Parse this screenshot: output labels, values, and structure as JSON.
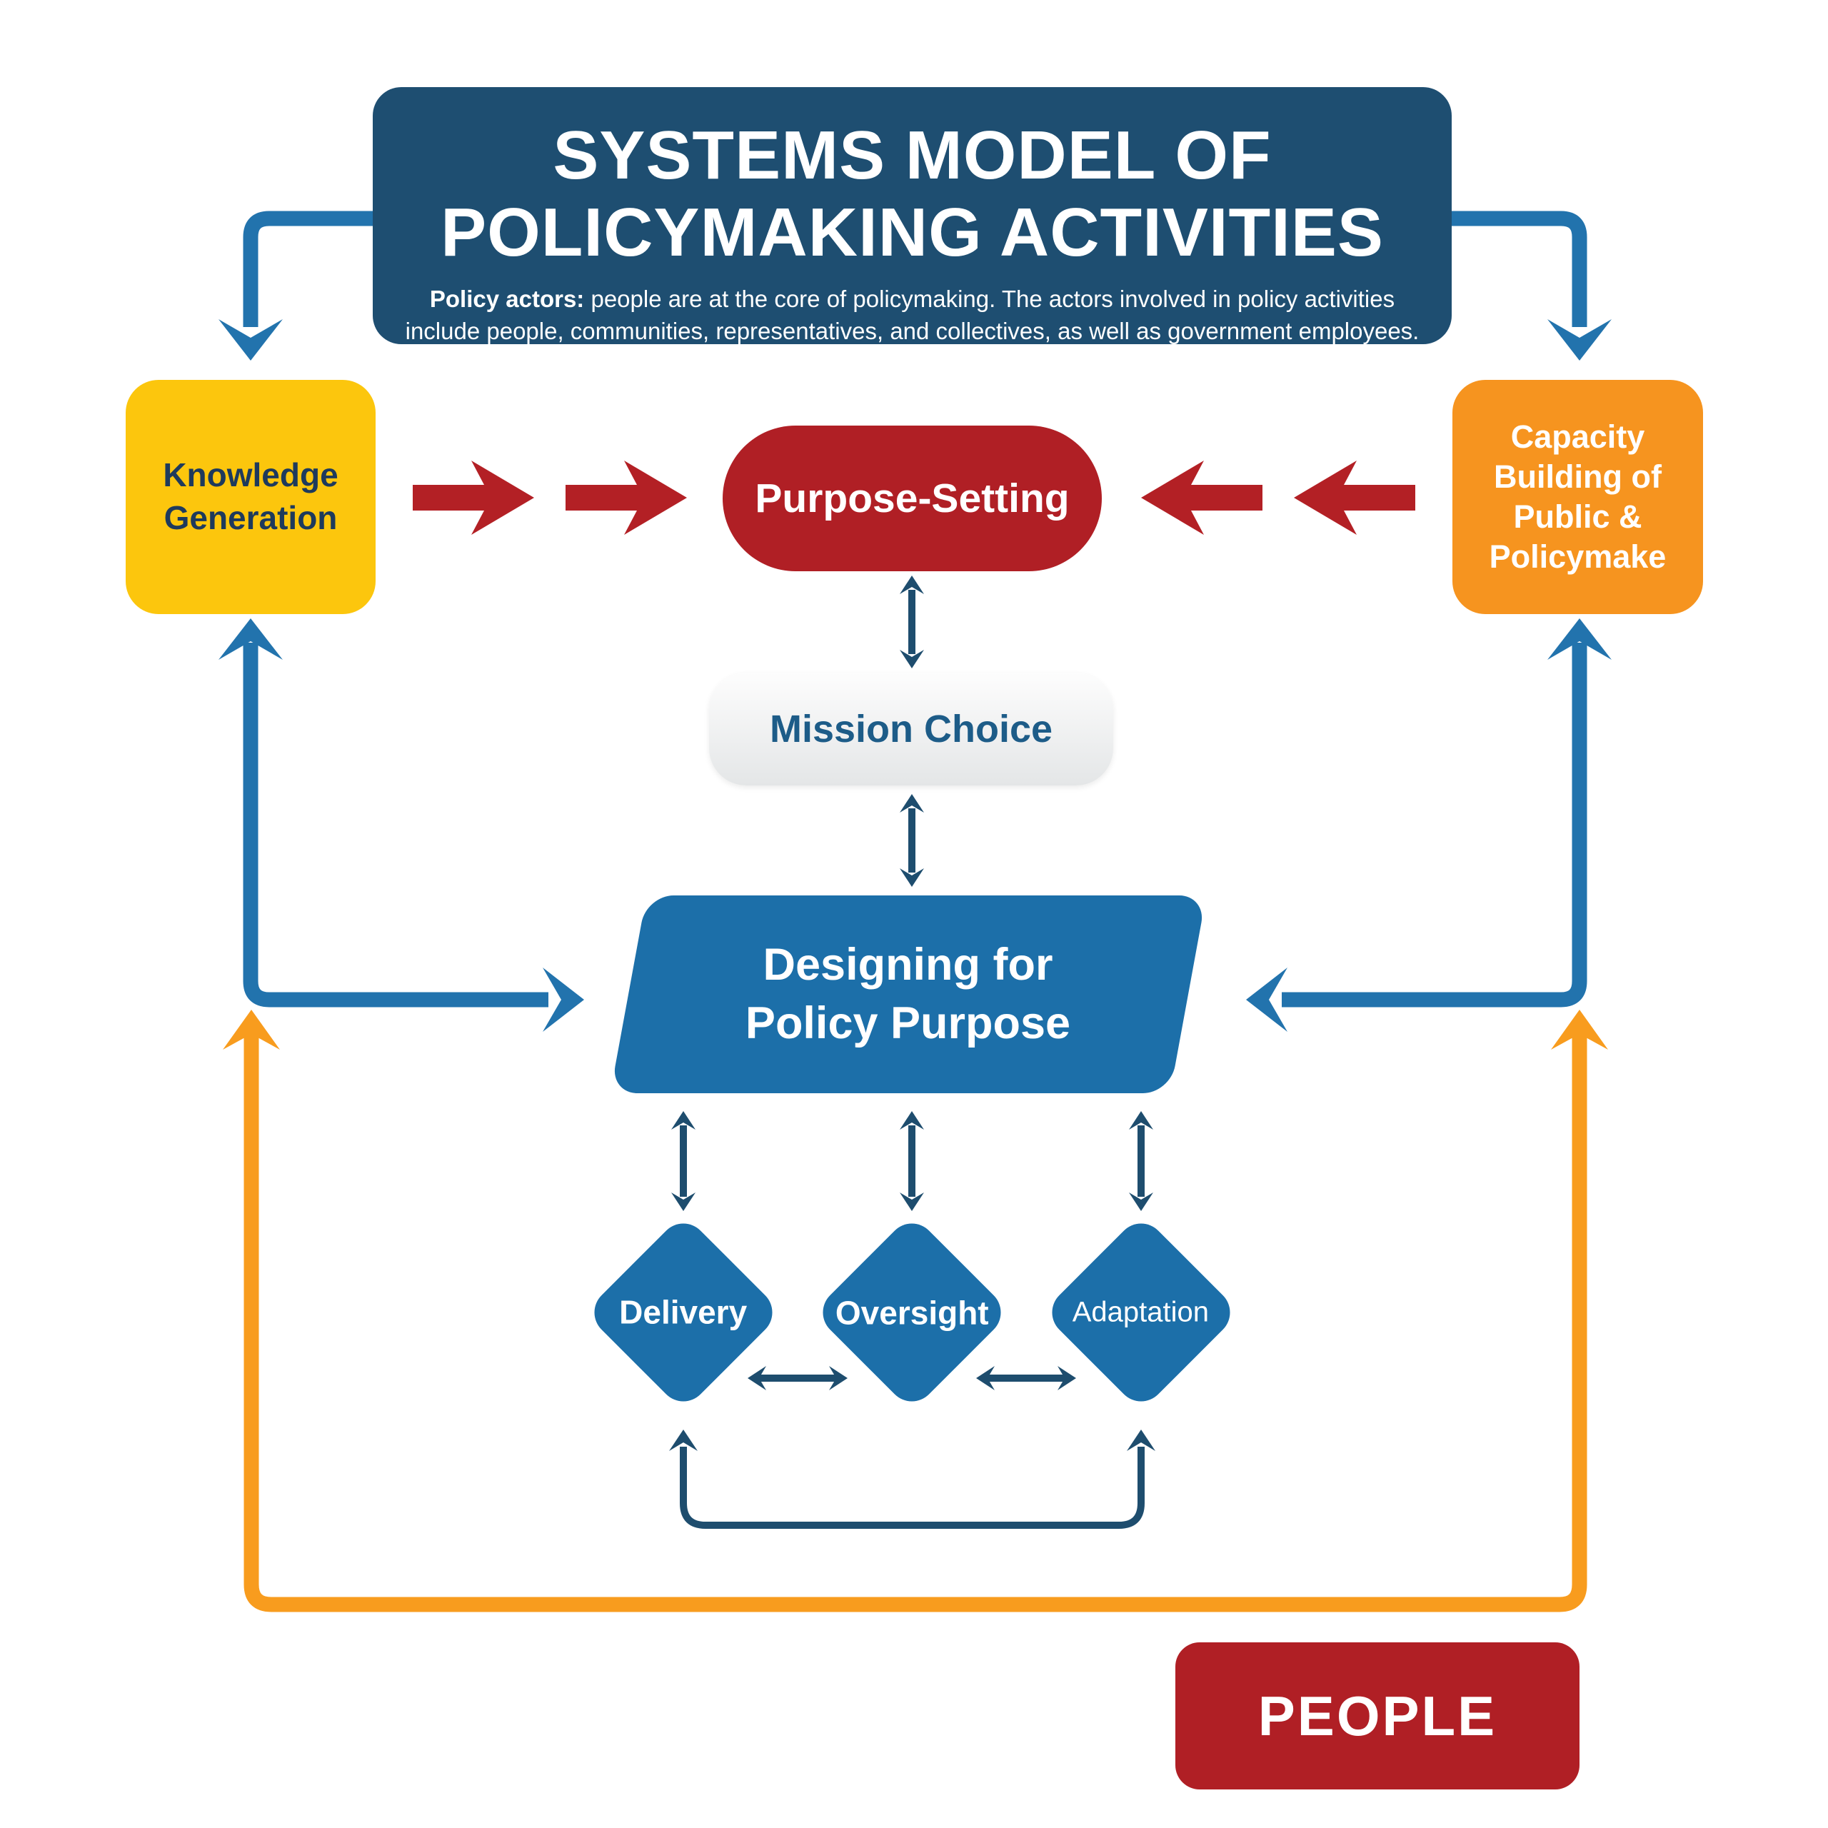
{
  "title": {
    "line1": "SYSTEMS MODEL OF",
    "line2": "POLICYMAKING ACTIVITIES",
    "subtitle_lead": "Policy actors:",
    "subtitle_line1_rest": " people are at the core of policymaking. The actors involved in policy activities",
    "subtitle_line2": "include people, communities, representatives, and collectives, as well as government employees."
  },
  "nodes": {
    "knowledge": {
      "label": "Knowledge Generation"
    },
    "capacity": {
      "label": "Capacity Building of Public & Policymake"
    },
    "purpose": {
      "label": "Purpose-Setting"
    },
    "mission": {
      "label": "Mission Choice"
    },
    "designing": {
      "line1": "Designing for",
      "line2": "Policy Purpose"
    },
    "delivery": {
      "label": "Delivery"
    },
    "oversight": {
      "label": "Oversight"
    },
    "adaptation": {
      "label": "Adaptation"
    },
    "people": {
      "label": "PEOPLE"
    }
  },
  "colors": {
    "navy_box": "#1E4E71",
    "connector_navy": "#1E4D6E",
    "connector_blue": "#2273AD",
    "connector_orange": "#F89C1E",
    "red": "#B01F25",
    "arrow_red": "#B32025",
    "yellow": "#FCC60D",
    "orange": "#F6941F",
    "shape_blue": "#1C6FA9",
    "mission_text": "#1D5C88"
  }
}
